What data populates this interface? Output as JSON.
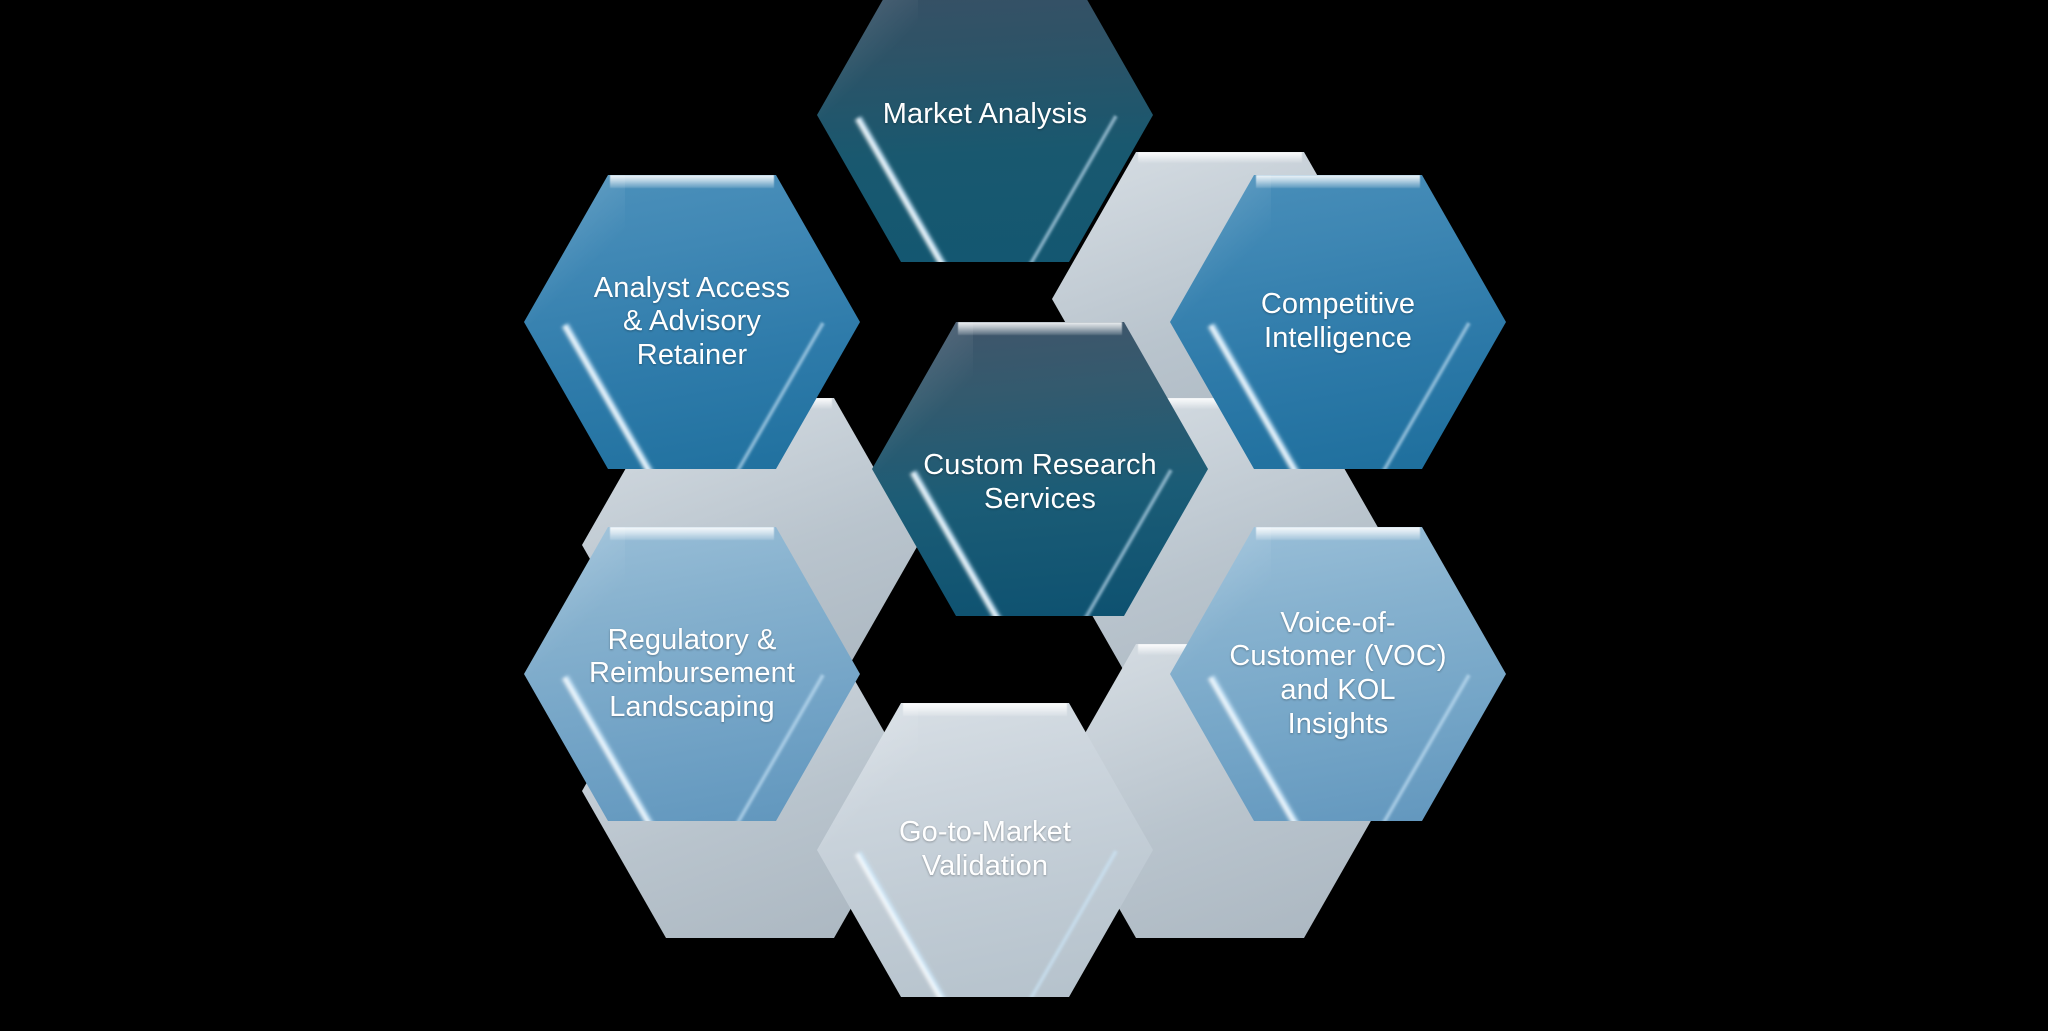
{
  "diagram": {
    "title": "Custom Research Services hexagon cluster",
    "background_color": "#000000",
    "text_color": "#ffffff",
    "center": {
      "id": "custom-research-services",
      "label": "Custom Research\nServices",
      "color_top": "#3f5166",
      "color_bottom": "#0f5470"
    },
    "nodes": [
      {
        "id": "market-analysis",
        "label": "Market Analysis",
        "position": "top",
        "color_top": "#3b4f64",
        "color_bottom": "#15576f"
      },
      {
        "id": "competitive-intelligence",
        "label": "Competitive\nIntelligence",
        "position": "upper-right",
        "color_top": "#3e86b4",
        "color_bottom": "#1b6d9c"
      },
      {
        "id": "voice-of-customer-kol-insights",
        "label": "Voice-of-\nCustomer (VOC)\nand KOL\nInsights",
        "position": "lower-right",
        "color_top": "#8fb8d4",
        "color_bottom": "#6499bf"
      },
      {
        "id": "go-to-market-validation",
        "label": "Go-to-Market\nValidation",
        "position": "bottom",
        "color_top": "#d3dbe2",
        "color_bottom": "#b5c2cc"
      },
      {
        "id": "regulatory-reimbursement-landscaping",
        "label": "Regulatory &\nReimbursement\nLandscaping",
        "position": "lower-left",
        "color_top": "#8db6d3",
        "color_bottom": "#6398bf"
      },
      {
        "id": "analyst-access-advisory-retainer",
        "label": "Analyst Access\n& Advisory\nRetainer",
        "position": "upper-left",
        "color_top": "#4189b6",
        "color_bottom": "#1d6f9d"
      }
    ]
  }
}
